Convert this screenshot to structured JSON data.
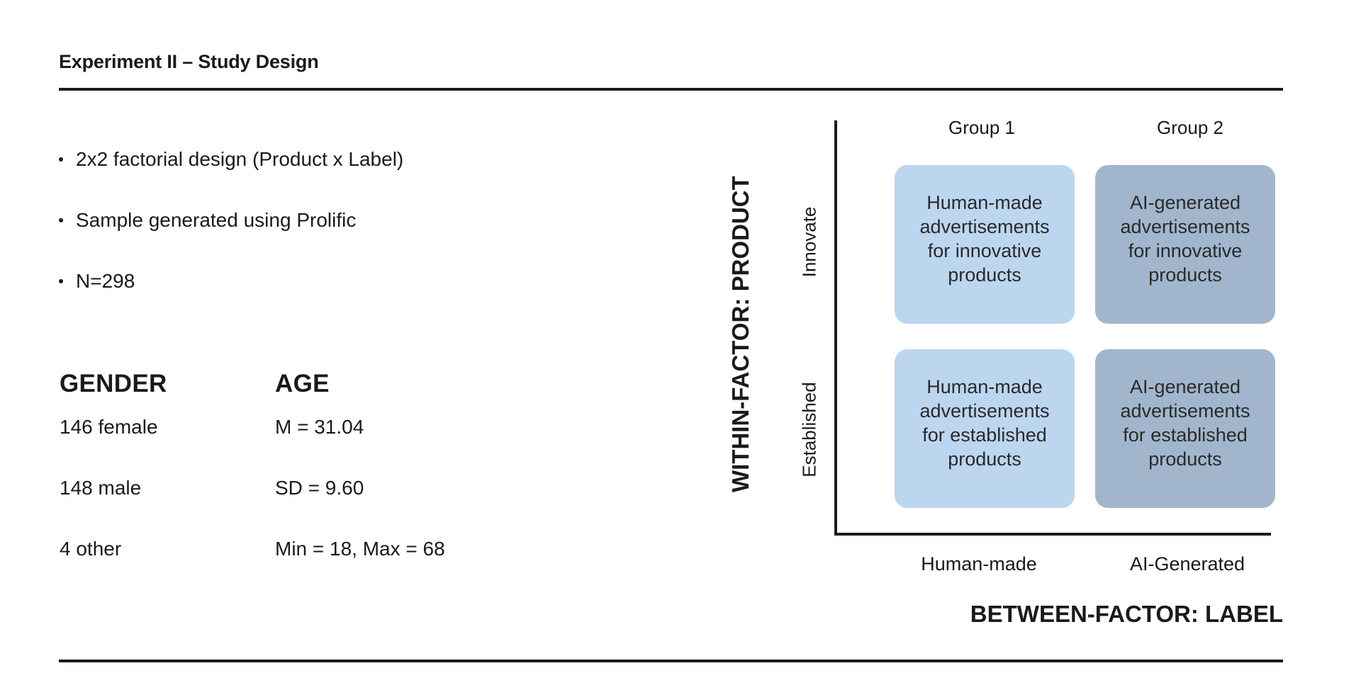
{
  "header": {
    "title": "Experiment II – Study Design"
  },
  "bullets": [
    "2x2 factorial design (Product x Label)",
    "Sample generated using Prolific",
    "N=298"
  ],
  "demographics": {
    "gender": {
      "heading": "GENDER",
      "rows": [
        "146 female",
        "148 male",
        "4 other"
      ]
    },
    "age": {
      "heading": "AGE",
      "rows": [
        "M = 31.04",
        "SD = 9.60",
        "Min = 18, Max = 68"
      ]
    }
  },
  "diagram": {
    "within_factor_label": "WITHIN-FACTOR: PRODUCT",
    "between_factor_label": "BETWEEN-FACTOR: LABEL",
    "groups": [
      "Group 1",
      "Group 2"
    ],
    "rows": [
      "Innovate",
      "Established"
    ],
    "columns": [
      "Human-made",
      "AI-Generated"
    ],
    "cells": [
      [
        "Human-made advertisements for innovative products",
        "AI-generated advertisements for innovative products"
      ],
      [
        "Human-made advertisements for established products",
        "AI-generated advertisements for established products"
      ]
    ],
    "colors": {
      "human_cell": "#bcd6f0",
      "ai_cell": "#a1b6cd",
      "axis": "#1a1a1a"
    }
  }
}
